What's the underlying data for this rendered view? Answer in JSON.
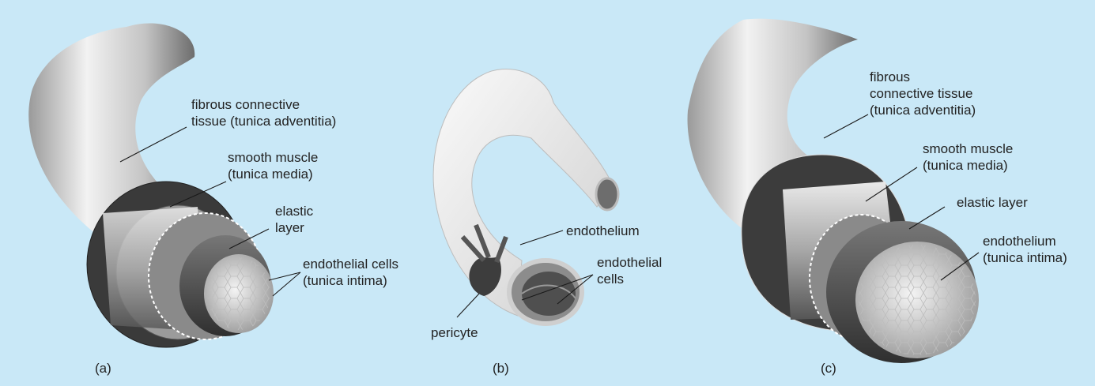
{
  "panels": [
    {
      "caption": "(a)",
      "labels": {
        "adventitia": [
          "fibrous connective",
          "tissue (tunica adventitia)"
        ],
        "media": [
          "smooth muscle",
          "(tunica media)"
        ],
        "elastic": [
          "elastic",
          "layer"
        ],
        "intima": [
          "endothelial cells",
          "(tunica intima)"
        ]
      }
    },
    {
      "caption": "(b)",
      "labels": {
        "endothelium": [
          "endothelium"
        ],
        "cells": [
          "endothelial",
          "cells"
        ],
        "pericyte": [
          "pericyte"
        ]
      }
    },
    {
      "caption": "(c)",
      "labels": {
        "adventitia": [
          "fibrous",
          "connective tissue",
          "(tunica adventitia)"
        ],
        "media": [
          "smooth muscle",
          "(tunica media)"
        ],
        "elastic": [
          "elastic layer"
        ],
        "intima": [
          "endothelium",
          "(tunica intima)"
        ]
      }
    }
  ]
}
